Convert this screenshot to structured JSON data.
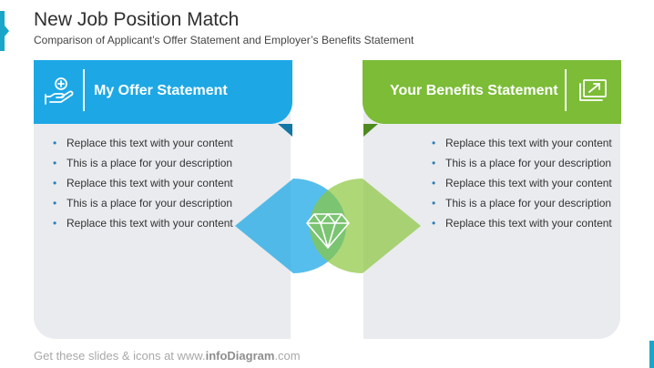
{
  "header": {
    "title": "New Job Position Match",
    "subtitle": "Comparison of Applicant’s Offer Statement and Employer’s Benefits Statement"
  },
  "left_panel": {
    "label": "My Offer Statement",
    "icon": "hand-with-plus-icon",
    "color": "#1da8e5",
    "items": [
      "Replace this text with your content",
      "This is a place for your description",
      "Replace this text with your content",
      "This is a place for your description",
      "Replace this text with your content"
    ]
  },
  "right_panel": {
    "label": "Your Benefits Statement",
    "icon": "money-arrow-icon",
    "color": "#7cbc37",
    "items": [
      "Replace this text with your content",
      "This is a place for your description",
      "Replace this text with your content",
      "This is a place for your description",
      "Replace this text with your content"
    ]
  },
  "center": {
    "icon": "diamond-icon"
  },
  "footer": {
    "prefix": "Get these slides & icons at www.",
    "brand": "infoDiagram",
    "suffix": ".com"
  }
}
